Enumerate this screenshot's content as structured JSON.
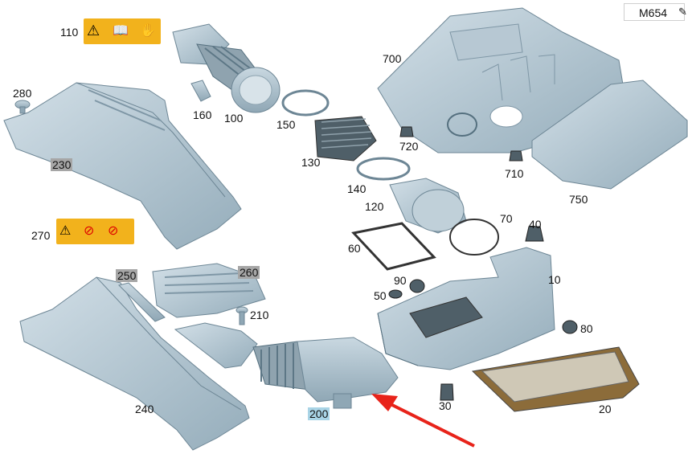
{
  "engine_code": "M654",
  "edit_icon": "edit-icon",
  "highlight_color": "#a9d4e6",
  "part_color": "#a9bfcc",
  "arrow_color": "#e8231a",
  "labels": {
    "p10": "10",
    "p20": "20",
    "p30": "30",
    "p40": "40",
    "p50": "50",
    "p60": "60",
    "p70": "70",
    "p80": "80",
    "p90": "90",
    "p100": "100",
    "p110": "110",
    "p120": "120",
    "p130": "130",
    "p140": "140",
    "p150": "150",
    "p160": "160",
    "p200": "200",
    "p210": "210",
    "p230": "230",
    "p240": "240",
    "p250": "250",
    "p260": "260",
    "p270": "270",
    "p280": "280",
    "p700": "700",
    "p710": "710",
    "p720": "720",
    "p750": "750"
  }
}
